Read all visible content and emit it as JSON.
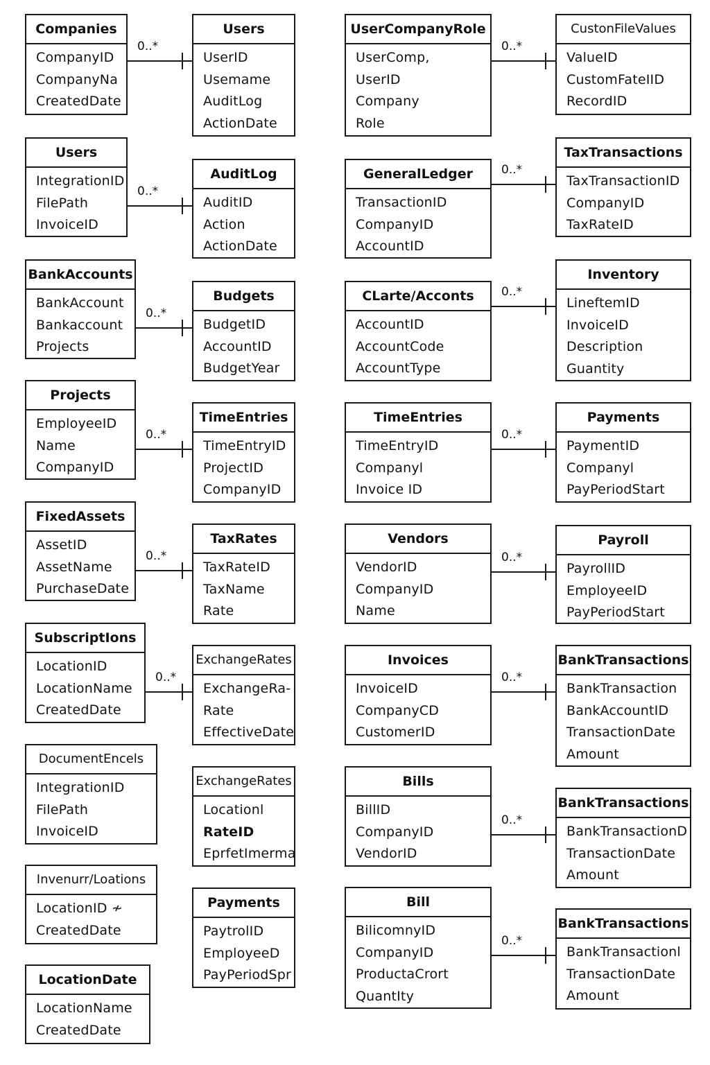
{
  "entities": [
    {
      "id": "companies",
      "title": "Companies",
      "fields": [
        "CompanyID",
        "CompanyNa",
        "CreatedDate"
      ]
    },
    {
      "id": "users-1",
      "title": "Users",
      "fields": [
        "UserID",
        "Usemame",
        "AuditLog",
        "ActionDate"
      ]
    },
    {
      "id": "usercompanyrole",
      "title": "UserCompanyRole",
      "fields": [
        "UserComp,",
        "UserID",
        "Company",
        "Role"
      ]
    },
    {
      "id": "customfilevalues",
      "title": "CustonFileValues",
      "fields": [
        "ValueID",
        "CustomFateIID",
        "RecordID"
      ],
      "light": true
    },
    {
      "id": "users-2",
      "title": "Users",
      "fields": [
        "IntegrationID",
        "FilePath",
        "InvoiceID"
      ]
    },
    {
      "id": "auditlog",
      "title": "AuditLog",
      "fields": [
        "AuditID",
        "Action",
        "ActionDate"
      ]
    },
    {
      "id": "generalledger",
      "title": "GeneralLedger",
      "fields": [
        "TransactionID",
        "CompanyID",
        "AccountID"
      ]
    },
    {
      "id": "taxtransactions",
      "title": "TaxTransactions",
      "fields": [
        "TaxTransactionID",
        "CompanyID",
        "TaxRateID"
      ]
    },
    {
      "id": "bankaccounts",
      "title": "BankAccounts",
      "fields": [
        "BankAccount",
        "Bankaccount",
        "Projects"
      ]
    },
    {
      "id": "budgets",
      "title": "Budgets",
      "fields": [
        "BudgetID",
        "AccountID",
        "BudgetYear"
      ]
    },
    {
      "id": "chartofaccounts",
      "title": "CLarte/Acconts",
      "fields": [
        "AccountID",
        "AccountCode",
        "AccountType"
      ]
    },
    {
      "id": "inventory",
      "title": "Inventory",
      "fields": [
        "LineftemID",
        "InvoiceID",
        "Description",
        "Guantity"
      ]
    },
    {
      "id": "projects",
      "title": "Projects",
      "fields": [
        "EmployeeID",
        "Name",
        "CompanyID"
      ]
    },
    {
      "id": "timeentries-1",
      "title": "TimeEntries",
      "fields": [
        "TimeEntryID",
        "ProjectID",
        "CompanyID"
      ]
    },
    {
      "id": "timeentries-2",
      "title": "TimeEntries",
      "fields": [
        "TimeEntryID",
        "Companyl",
        "Invoice    ID"
      ]
    },
    {
      "id": "payments-1",
      "title": "Payments",
      "fields": [
        "PaymentID",
        "Companyl",
        "PayPeriodStart"
      ]
    },
    {
      "id": "fixedassets",
      "title": "FixedAssets",
      "fields": [
        "AssetID",
        "AssetName",
        "PurchaseDate"
      ]
    },
    {
      "id": "taxrates",
      "title": "TaxRates",
      "fields": [
        "TaxRateID",
        "TaxName",
        "Rate"
      ]
    },
    {
      "id": "vendors",
      "title": "Vendors",
      "fields": [
        "VendorID",
        "CompanyID",
        "Name"
      ]
    },
    {
      "id": "payroll",
      "title": "Payroll",
      "fields": [
        "PayrollID",
        "EmployeeID",
        "PayPeriodStart"
      ]
    },
    {
      "id": "subscriptions",
      "title": "SubscriptIons",
      "fields": [
        "LocationID",
        "LocationName",
        "CreatedDate"
      ]
    },
    {
      "id": "exchangerates-1",
      "title": "ExchangeRates",
      "fields": [
        "ExchangeRa-",
        "Rate",
        "EffectiveDate"
      ],
      "light": true
    },
    {
      "id": "invoices",
      "title": "Invoices",
      "fields": [
        "InvoiceID",
        "CompanyCD",
        "CustomerID"
      ]
    },
    {
      "id": "banktransactions-1",
      "title": "BankTransactions",
      "fields": [
        "BankTransaction",
        "BankAccountID",
        "TransactionDate",
        "Amount"
      ]
    },
    {
      "id": "documentencels",
      "title": "DocumentEncels",
      "fields": [
        "IntegrationID",
        "FilePath",
        "InvoiceID"
      ],
      "light": true
    },
    {
      "id": "exchangerates-2",
      "title": "ExchangeRates",
      "fields": [
        "Locationl",
        "RateID",
        "EprfetImerma"
      ],
      "light": true,
      "boldField": 1
    },
    {
      "id": "bills",
      "title": "Bills",
      "fields": [
        "BillID",
        "CompanyID",
        "VendorID"
      ]
    },
    {
      "id": "banktransactions-2",
      "title": "BankTransactions",
      "fields": [
        "BankTransactionD",
        "TransactionDate",
        "Amount"
      ]
    },
    {
      "id": "inventorylocations",
      "title": "Invenurr/Loations",
      "fields": [
        "LocationID  ≁",
        "CreatedDate"
      ],
      "light": true
    },
    {
      "id": "payments-2",
      "title": "Payments",
      "fields": [
        "PaytrolID",
        "EmployeeD",
        "PayPeriodSpr"
      ]
    },
    {
      "id": "bill",
      "title": "Bill",
      "fields": [
        "BilicomnyID",
        "CompanyID",
        "ProductaCrort",
        "QuantIty"
      ]
    },
    {
      "id": "banktransactions-3",
      "title": "BankTransactions",
      "fields": [
        "BankTransactionl",
        "TransactionDate",
        "Amount"
      ]
    },
    {
      "id": "locationdate",
      "title": "LocationDate",
      "fields": [
        "LocationName",
        "CreatedDate"
      ]
    }
  ],
  "relationships": [
    {
      "from": "companies",
      "to": "users-1",
      "label": "0..*"
    },
    {
      "from": "usercompanyrole",
      "to": "customfilevalues",
      "label": "0..*"
    },
    {
      "from": "users-2",
      "to": "auditlog",
      "label": "0..*"
    },
    {
      "from": "generalledger",
      "to": "taxtransactions",
      "label": "0..*"
    },
    {
      "from": "bankaccounts",
      "to": "budgets",
      "label": "0..*"
    },
    {
      "from": "chartofaccounts",
      "to": "inventory",
      "label": "0..*"
    },
    {
      "from": "projects",
      "to": "timeentries-1",
      "label": "0..*"
    },
    {
      "from": "timeentries-2",
      "to": "payments-1",
      "label": "0..*"
    },
    {
      "from": "fixedassets",
      "to": "taxrates",
      "label": "0..*"
    },
    {
      "from": "vendors",
      "to": "payroll",
      "label": "0..*"
    },
    {
      "from": "subscriptions",
      "to": "exchangerates-1",
      "label": "0..*"
    },
    {
      "from": "invoices",
      "to": "banktransactions-1",
      "label": "0..*"
    },
    {
      "from": "bills",
      "to": "banktransactions-2",
      "label": "0..*"
    },
    {
      "from": "bill",
      "to": "banktransactions-3",
      "label": "0..*"
    }
  ]
}
